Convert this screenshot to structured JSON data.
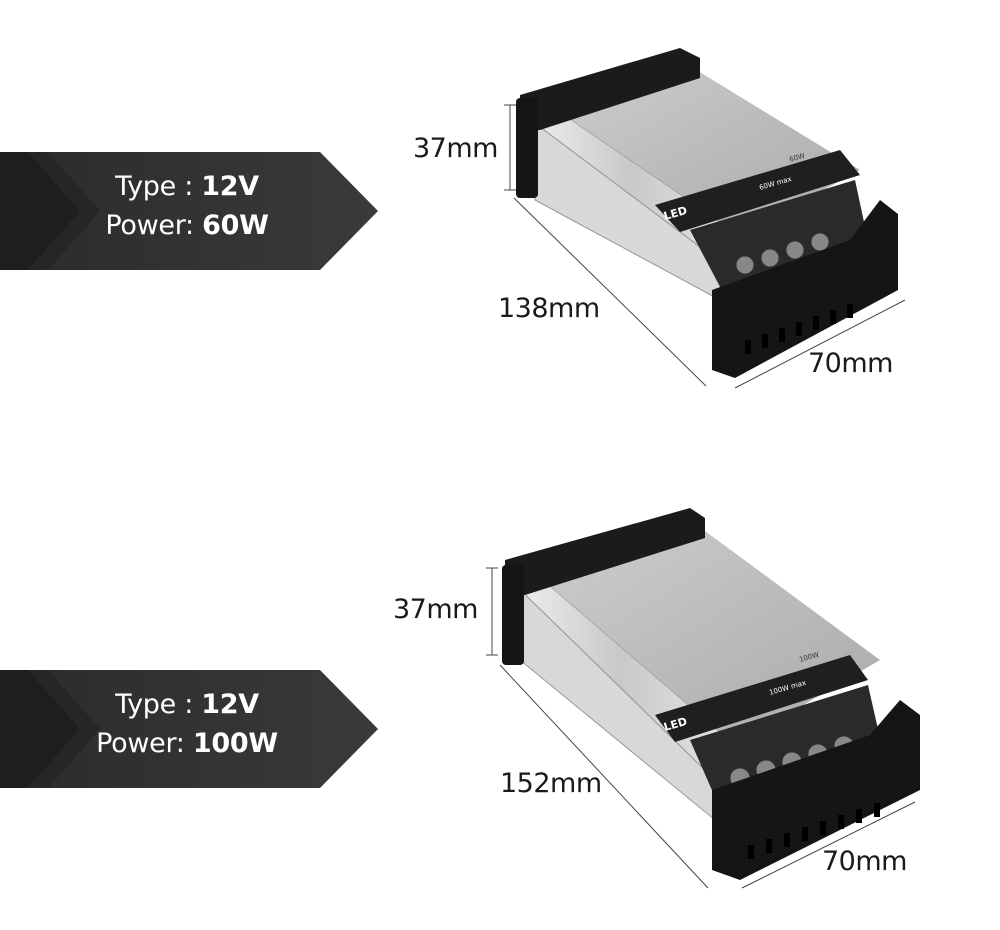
{
  "products": [
    {
      "type_label": "Type : ",
      "type_value": "12V",
      "power_label": "Power: ",
      "power_value": "60W",
      "dimensions": {
        "height": "37mm",
        "length": "138mm",
        "width": "70mm"
      },
      "unit_labels": {
        "brand": "LED",
        "rating": "60W max",
        "corner": "60W"
      }
    },
    {
      "type_label": "Type : ",
      "type_value": "12V",
      "power_label": "Power: ",
      "power_value": "100W",
      "dimensions": {
        "height": "37mm",
        "length": "152mm",
        "width": "70mm"
      },
      "unit_labels": {
        "brand": "LED",
        "rating": "100W max",
        "corner": "100W"
      }
    }
  ]
}
